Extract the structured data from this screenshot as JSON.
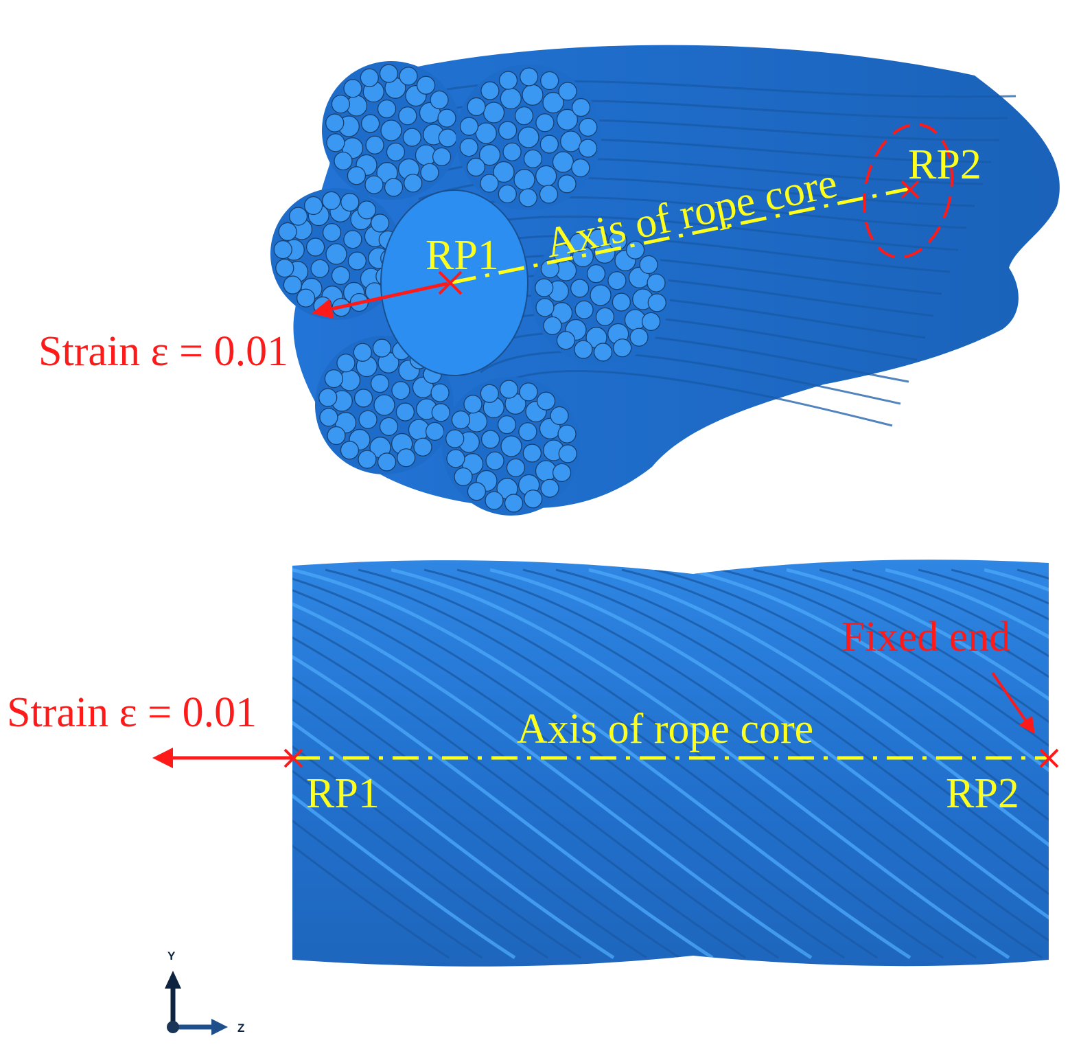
{
  "top_view": {
    "rp1_label": "RP1",
    "rp2_label": "RP2",
    "axis_label": "Axis of rope core",
    "strain_label": "Strain ε = 0.01"
  },
  "side_view": {
    "rp1_label": "RP1",
    "rp2_label": "RP2",
    "axis_label": "Axis of rope core",
    "strain_label": "Strain ε = 0.01",
    "fixed_end_label": "Fixed end"
  },
  "triad": {
    "y_label": "Y",
    "z_label": "Z"
  },
  "colors": {
    "rope_blue": "#2e7fd9",
    "rope_dark": "#1c5fae",
    "wire_light": "#3d9af0",
    "annotation_red": "#ff1a1a",
    "axis_yellow": "#ffff1e",
    "triad_navy": "#0d2340"
  }
}
